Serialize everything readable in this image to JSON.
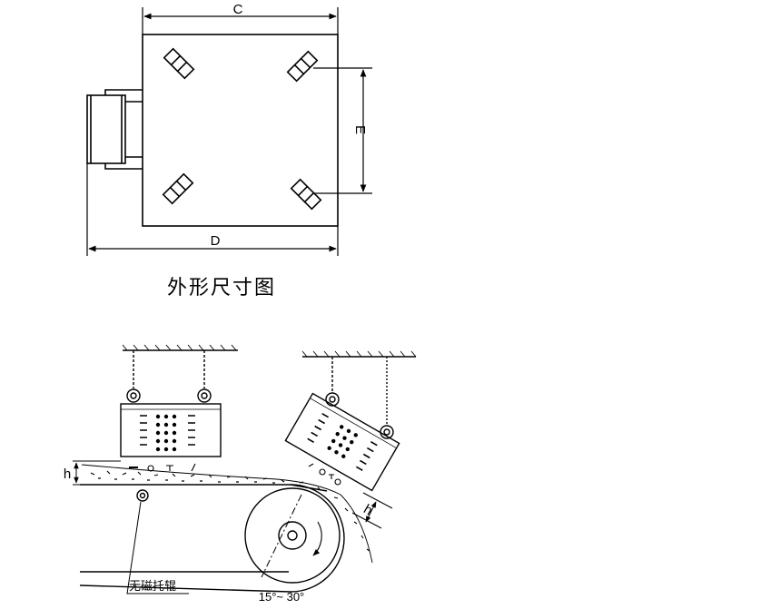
{
  "dimension_drawing": {
    "label_c": "C",
    "label_d": "D",
    "label_e": "E",
    "caption": "外形尺寸图"
  },
  "installation_drawing": {
    "label_h_left": "h",
    "label_h_right": "h",
    "roller_label": "无磁托辊",
    "angle_label": "15°~ 30°"
  }
}
